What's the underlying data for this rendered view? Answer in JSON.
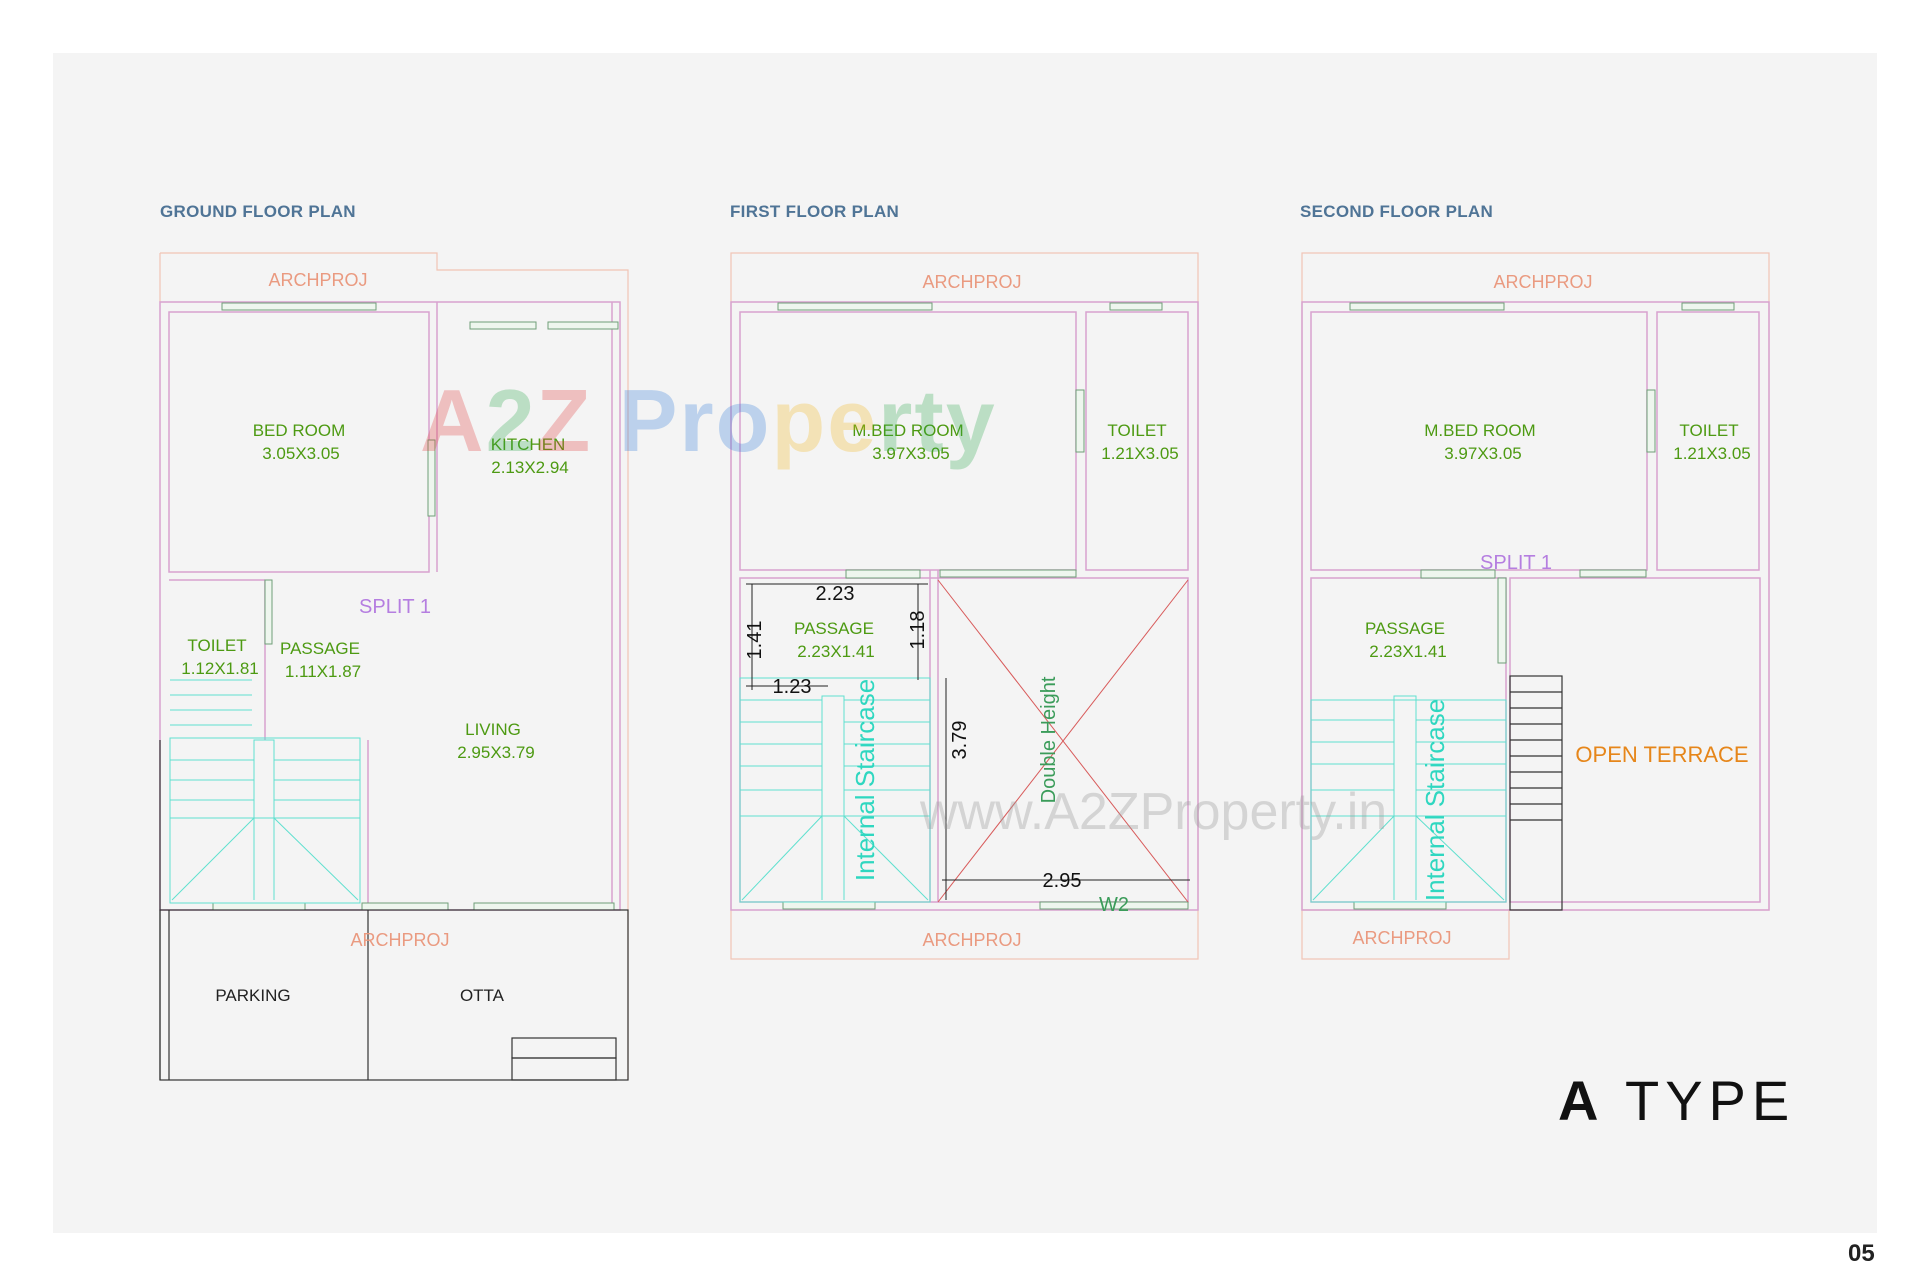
{
  "titles": {
    "ground": "GROUND FLOOR PLAN",
    "first": "FIRST FLOOR PLAN",
    "second": "SECOND FLOOR PLAN"
  },
  "watermark": {
    "logo_parts": [
      "A",
      "2",
      "Z",
      " Pro",
      "pe",
      "rty"
    ],
    "url": "www.A2ZProperty.in"
  },
  "ground_floor": {
    "archproj_top": "ARCHPROJ",
    "archproj_bottom": "ARCHPROJ",
    "bedroom_name": "BED ROOM",
    "bedroom_size": "3.05X3.05",
    "kitchen_name": "KITCHEN",
    "kitchen_size": "2.13X2.94",
    "split": "SPLIT 1",
    "toilet_name": "TOILET",
    "toilet_size": "1.12X1.81",
    "passage_name": "PASSAGE",
    "passage_size": "1.11X1.87",
    "living_name": "LIVING",
    "living_size": "2.95X3.79",
    "parking": "PARKING",
    "otta": "OTTA"
  },
  "first_floor": {
    "archproj_top": "ARCHPROJ",
    "archproj_bottom": "ARCHPROJ",
    "mbed_name": "M.BED ROOM",
    "mbed_size": "3.97X3.05",
    "toilet_name": "TOILET",
    "toilet_size": "1.21X3.05",
    "passage_name": "PASSAGE",
    "passage_size": "2.23X1.41",
    "dim_223": "2.23",
    "dim_141": "1.41",
    "dim_118": "1.18",
    "dim_123": "1.23",
    "dim_379": "3.79",
    "dim_295": "2.95",
    "staircase": "Internal Staircase",
    "double_height": "Double Height",
    "w2": "W2"
  },
  "second_floor": {
    "archproj_top": "ARCHPROJ",
    "archproj_bottom": "ARCHPROJ",
    "mbed_name": "M.BED ROOM",
    "mbed_size": "3.97X3.05",
    "toilet_name": "TOILET",
    "toilet_size": "1.21X3.05",
    "split": "SPLIT 1",
    "passage_name": "PASSAGE",
    "passage_size": "2.23X1.41",
    "staircase": "Internal Staircase",
    "open_terrace": "OPEN TERRACE"
  },
  "type_label": {
    "letter": "A",
    "word": "TYPE"
  },
  "page_number": "05"
}
